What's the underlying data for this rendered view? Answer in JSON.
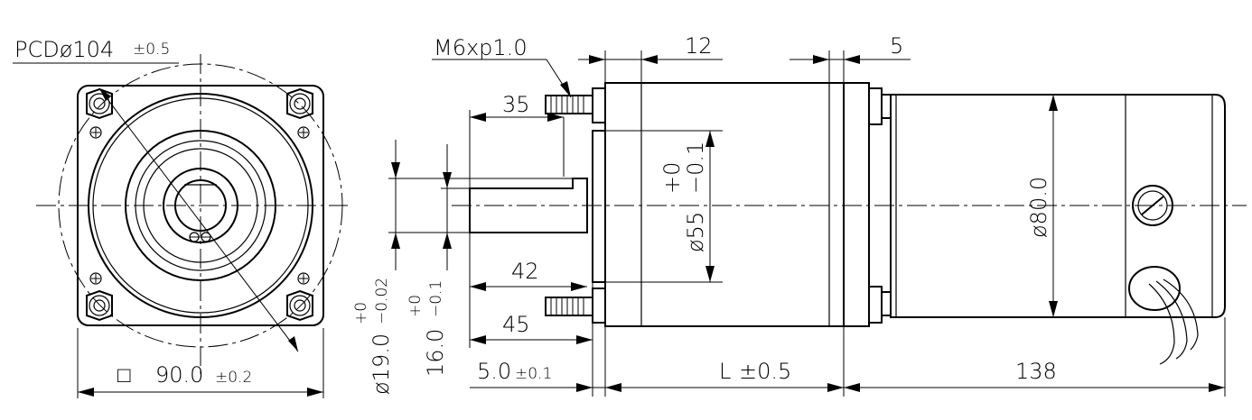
{
  "front_view": {
    "pcd_label": "PCDø104",
    "pcd_tol": "±0.5",
    "width_symbol": "□",
    "width_label": "90.0",
    "width_tol": "±0.2"
  },
  "side_view": {
    "thread_label": "M6xp1.0",
    "dim_12": "12",
    "dim_5": "5",
    "dim_35": "35",
    "dim_42": "42",
    "dim_45": "45",
    "pilot_dia": "ø55",
    "pilot_tol_upper": "+0",
    "pilot_tol_lower": "−0.1",
    "shaft_dia": "ø19.0",
    "shaft_tol_upper": "+0",
    "shaft_tol_lower": "−0.02",
    "flat_dim": "16.0",
    "flat_tol_upper": "+0",
    "flat_tol_lower": "−0.1",
    "motor_dia": "ø80.0",
    "shoulder_label": "5.0",
    "shoulder_tol": "±0.1",
    "length_label": "L",
    "length_tol": "±0.5",
    "motor_length": "138"
  }
}
